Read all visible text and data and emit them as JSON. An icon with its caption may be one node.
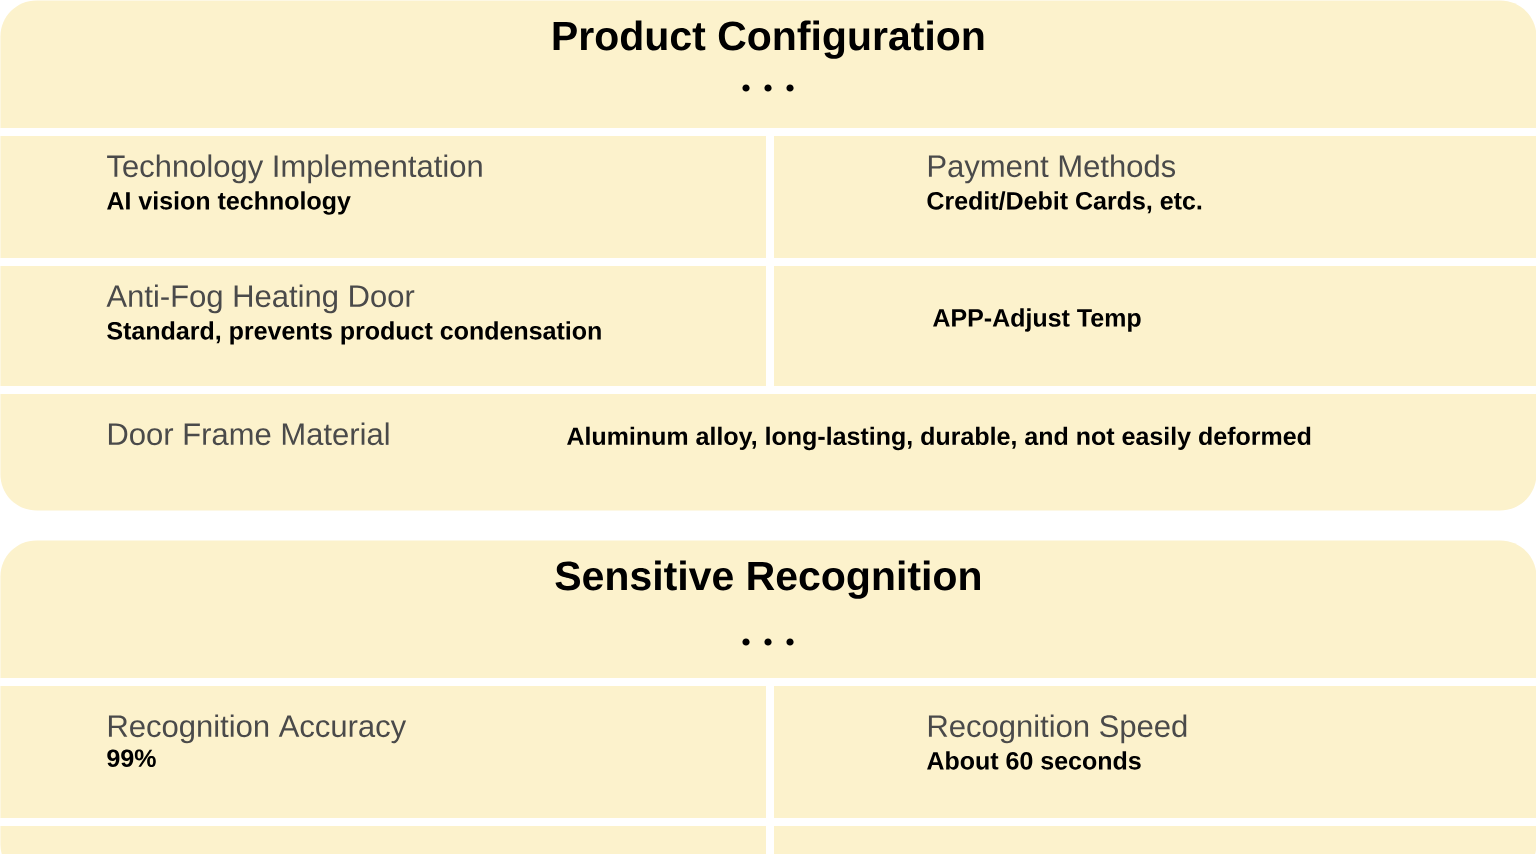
{
  "diagram": {
    "nodes": [
      {
        "text": [
          "Product Configuration"
        ]
      },
      {
        "text": [
          "Technology Implementation",
          "AI vision technology"
        ],
        "in": 0
      },
      {
        "text": [
          "Payment Methods",
          "Credit/Debit Cards, etc."
        ],
        "in": 0
      },
      {
        "text": [
          "Anti-Fog Heating Door",
          "Standard, prevents product condensation"
        ],
        "in": 0
      },
      {
        "text": [
          "APP-Adjust Temp"
        ],
        "in": 0
      },
      {
        "text": [
          "Door Frame Material",
          "Aluminum alloy, long-lasting, durable, and not easily deformed"
        ],
        "in": 0
      },
      {
        "text": [
          "Sensitive Recognition"
        ]
      },
      {
        "text": [
          "Recognition Accuracy",
          "99%"
        ],
        "in": 6
      },
      {
        "text": [
          "Recognition Speed",
          "About 60 seconds"
        ],
        "in": 6
      }
    ]
  }
}
